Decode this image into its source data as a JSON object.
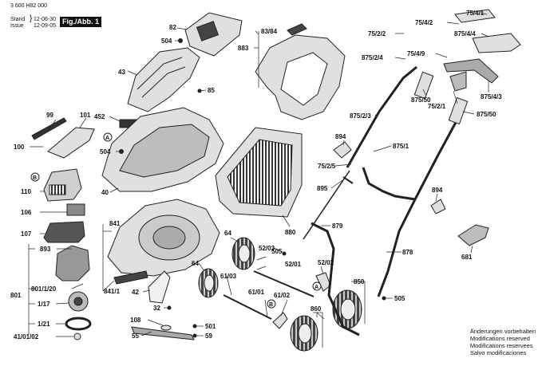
{
  "header": {
    "doc_number": "3 600 H82 000",
    "stand_label": "Stand",
    "issue_label": "Issue",
    "date_1": "12-06-30",
    "date_2": "12-09-05",
    "figure_label": "Fig./Abb. 1"
  },
  "labels": {
    "l504a": "504",
    "l82": "82",
    "l43": "43",
    "l85": "85",
    "l452": "452",
    "l99": "99",
    "l101": "101",
    "l100": "100",
    "l504b": "504",
    "l40": "40",
    "l110": "110",
    "l106": "106",
    "l107": "107",
    "l841": "841",
    "l893": "893",
    "l801_20": "801/1/20",
    "l801": "801",
    "l1_17": "1/17",
    "l1_21": "1/21",
    "l41_01_02": "41/01/02",
    "l841_1": "841/1",
    "l42": "42",
    "l32": "32",
    "l108": "108",
    "l55": "55",
    "l501": "501",
    "l59": "59",
    "l64a": "64",
    "l64b": "64",
    "l61_03": "61/03",
    "l61_01": "61/01",
    "l61_02": "61/02",
    "l52_03": "52/03",
    "l52_01": "52/01",
    "l52_02": "52/02",
    "l505a": "505",
    "l505b": "505",
    "l860": "860",
    "l850": "850",
    "l878": "878",
    "l879": "879",
    "l880": "880",
    "l83_84": "83/84",
    "l883": "883",
    "l894a": "894",
    "l894b": "894",
    "l895": "895",
    "l75_2_5": "75/2/5",
    "l875_1": "875/1",
    "l875_2_3": "875/2/3",
    "l875_2_4": "875/2/4",
    "l75_2_2": "75/2/2",
    "l75_4_2": "75/4/2",
    "l75_4_1": "75/4/1",
    "l875_4_4": "875/4/4",
    "l75_4_9": "75/4/9",
    "l875_4_3": "875/4/3",
    "l875_50a": "875/50",
    "l875_50b": "875/50",
    "l75_2_1": "75/2/1",
    "l681": "681"
  },
  "callouts": {
    "a1": "A",
    "b1": "B",
    "a2": "A",
    "b2": "B"
  },
  "notes": {
    "line1": "Änderungen vorbehalten",
    "line2": "Modifications reserved",
    "line3": "Modifications reservees",
    "line4": "Salvo modificaciones"
  }
}
